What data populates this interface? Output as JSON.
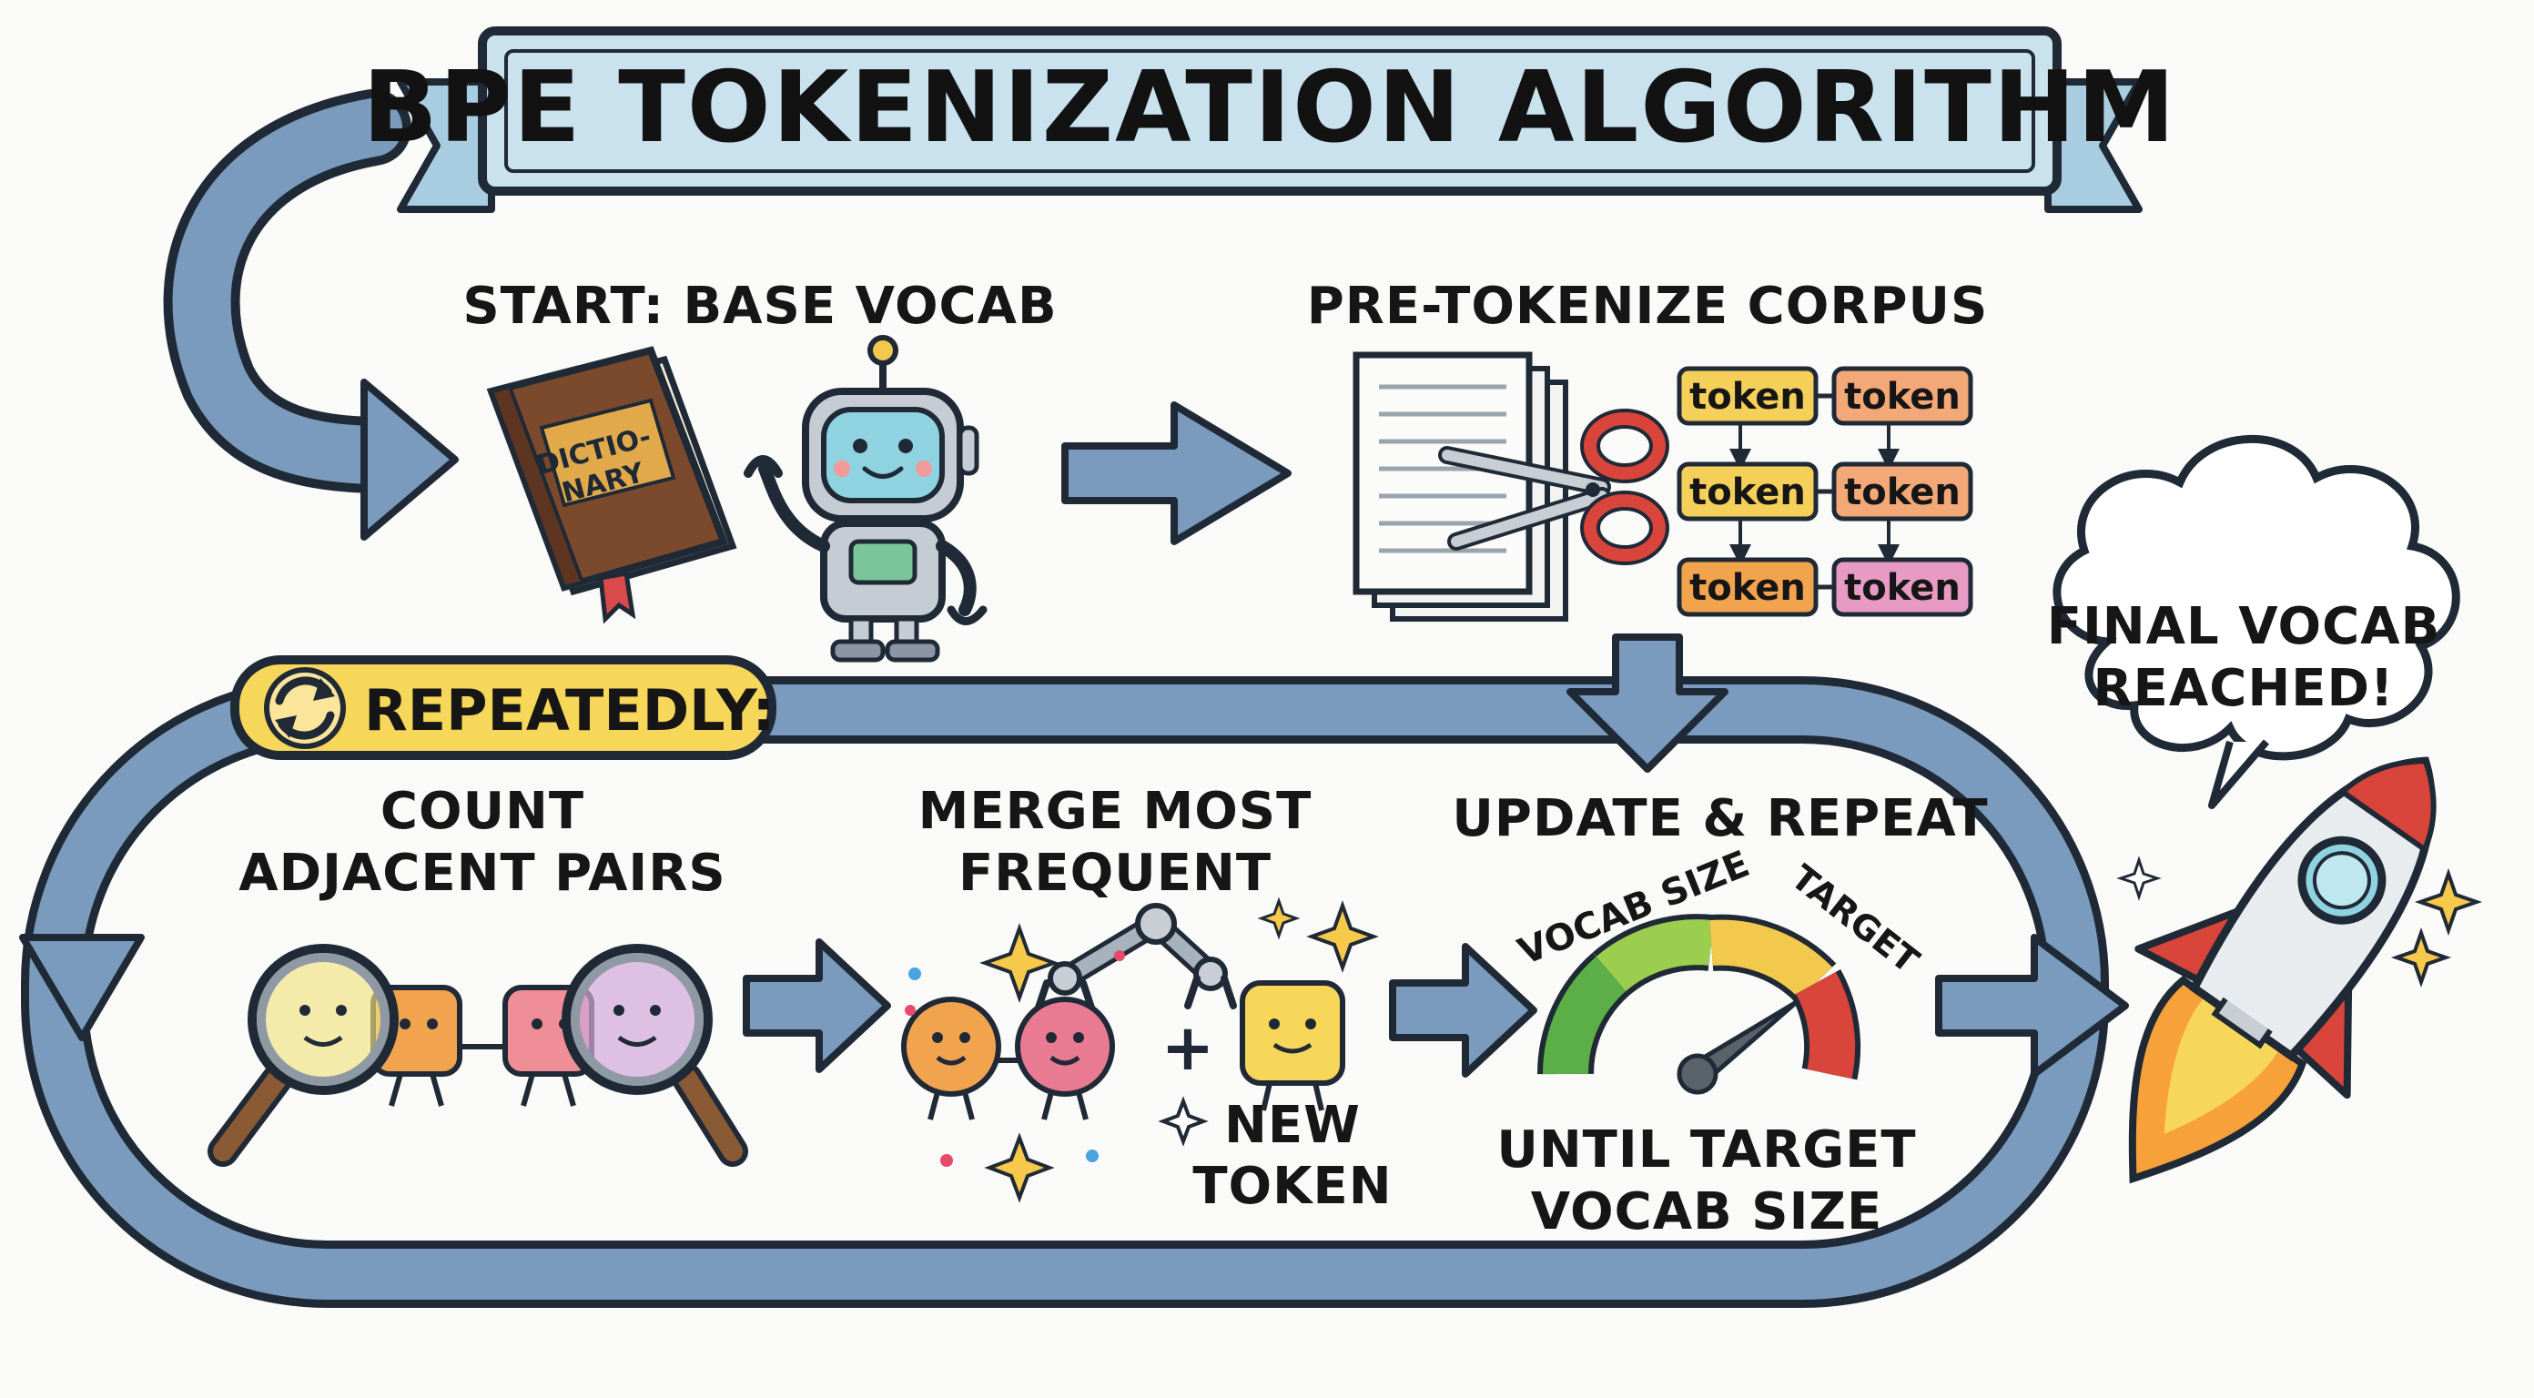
{
  "banner": {
    "title": "BPE TOKENIZATION ALGORITHM"
  },
  "start": {
    "label": "START: BASE VOCAB",
    "book_text_line1": "DICTIO-",
    "book_text_line2": "NARY"
  },
  "pretokenize": {
    "label": "PRE-TOKENIZE CORPUS",
    "token_word": "token",
    "tokens": [
      {
        "text": "token",
        "color": "#f4d05a"
      },
      {
        "text": "token",
        "color": "#f2a877"
      },
      {
        "text": "token",
        "color": "#f4d05a"
      },
      {
        "text": "token",
        "color": "#f2a877"
      },
      {
        "text": "token",
        "color": "#f2a34e"
      },
      {
        "text": "token",
        "color": "#e79bc4"
      }
    ]
  },
  "loop": {
    "badge": "REPEATEDLY:",
    "count": {
      "line1": "COUNT",
      "line2": "ADJACENT PAIRS"
    },
    "merge": {
      "line1": "MERGE MOST",
      "line2": "FREQUENT",
      "new_line1": "NEW",
      "new_line2": "TOKEN"
    },
    "update": {
      "title": "UPDATE & REPEAT",
      "gauge_left": "VOCAB SIZE",
      "gauge_right": "TARGET",
      "until_line1": "UNTIL TARGET",
      "until_line2": "VOCAB SIZE",
      "gauge_level": 0.8
    }
  },
  "final": {
    "line1": "FINAL VOCAB",
    "line2": "REACHED!"
  },
  "colors": {
    "arrow_fill": "#7a9bbd",
    "outline": "#1f2a36",
    "banner_fill": "#c9e2ee",
    "badge_fill": "#f7d75a",
    "gauge_green": "#5cae46",
    "gauge_yellow": "#f2c94c",
    "gauge_red": "#d9453b"
  },
  "icons": [
    "refresh-icon",
    "book-icon",
    "robot-icon",
    "document-icon",
    "scissors-icon",
    "magnifier-icon",
    "robot-arm-icon",
    "gauge-icon",
    "rocket-icon",
    "sparkle-icon",
    "cloud-icon"
  ]
}
